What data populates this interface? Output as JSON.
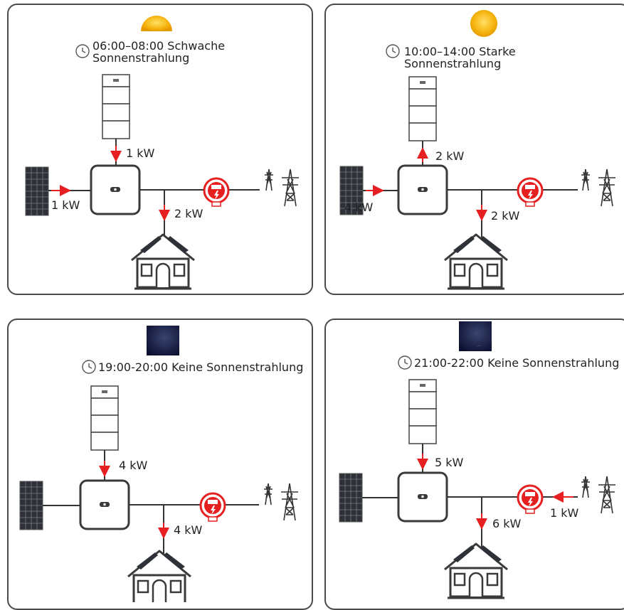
{
  "panels": [
    {
      "time": "06:00–08:00 Schwache",
      "time2": "Sonnenstrahlung",
      "sky": "sun-rising",
      "flows": {
        "pv": "1 kW",
        "battery": "1 kW",
        "load": "2 kW",
        "grid": ""
      }
    },
    {
      "time": "10:00–14:00 Starke",
      "time2": "Sonnenstrahlung",
      "sky": "sun",
      "flows": {
        "pv": "4 kW",
        "battery": "2 kW",
        "load": "2 kW",
        "grid": ""
      }
    },
    {
      "time": "19:00-20:00 Keine Sonnenstrahlung",
      "time2": "",
      "sky": "moon",
      "flows": {
        "pv": "",
        "battery": "4 kW",
        "load": "4 kW",
        "grid": ""
      }
    },
    {
      "time": "21:00-22:00 Keine Sonnenstrahlung",
      "time2": "",
      "sky": "moon",
      "flows": {
        "pv": "",
        "battery": "5 kW",
        "load": "6 kW",
        "grid": "1 kW"
      }
    }
  ],
  "colors": {
    "line": "#333333",
    "arrow": "#e62020",
    "meter": "#e62020",
    "sun": "#f6b40e",
    "night": "#1c2247"
  }
}
